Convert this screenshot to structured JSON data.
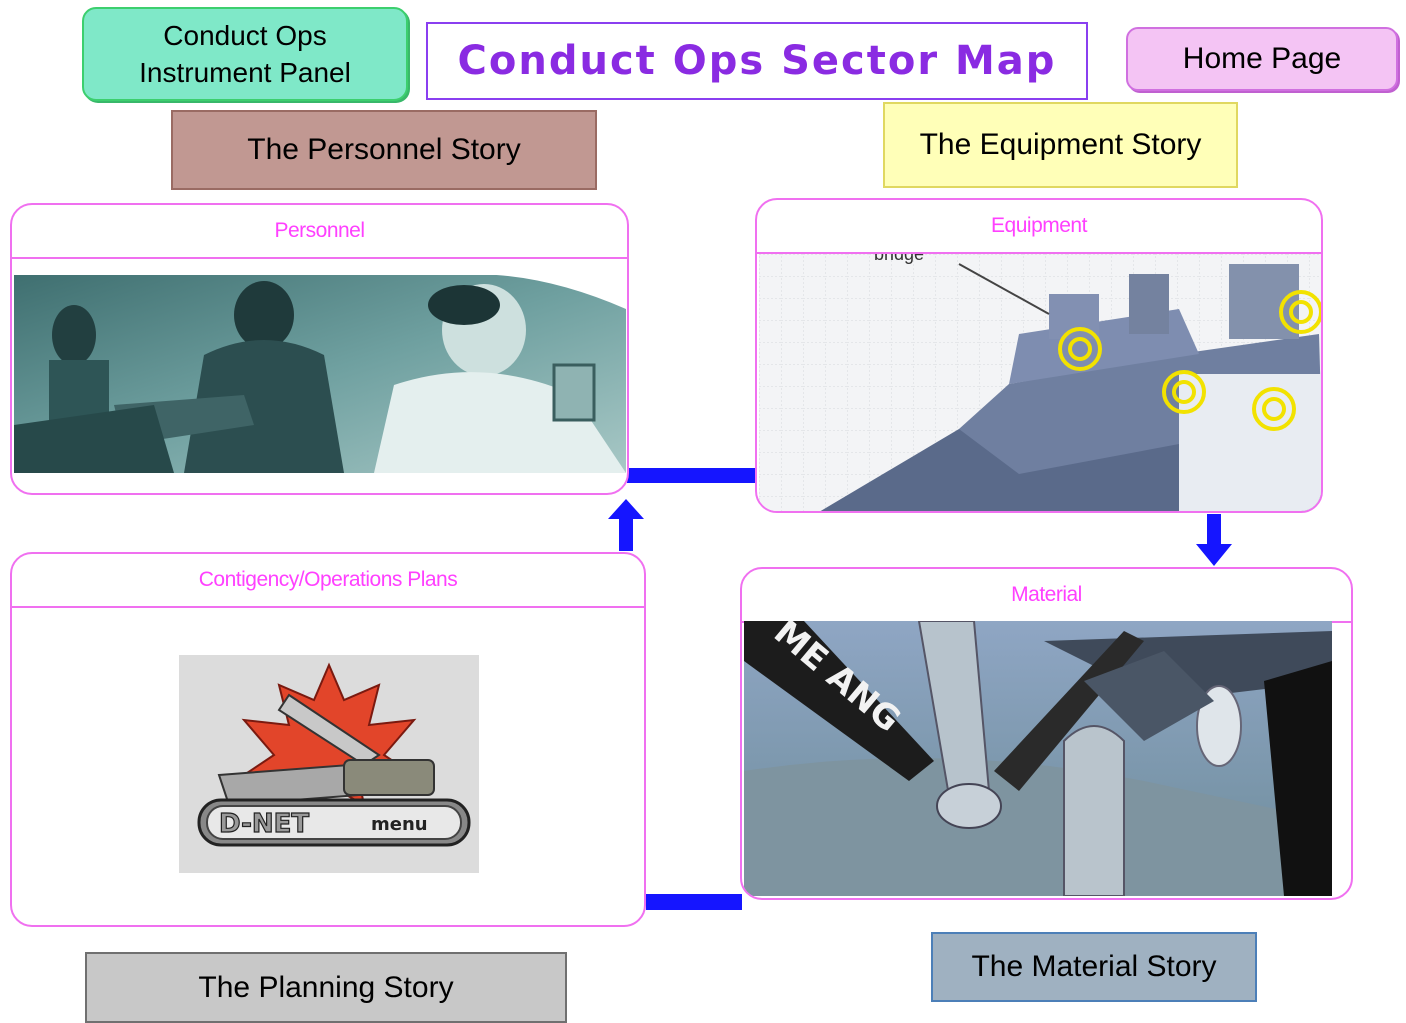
{
  "header": {
    "instrument_panel_label": "Conduct Ops\nInstrument Panel",
    "title": "Conduct Ops Sector Map",
    "home_label": "Home Page"
  },
  "stories": {
    "personnel": "The Personnel Story",
    "equipment": "The Equipment Story",
    "planning": "The Planning Story",
    "material": "The Material Story"
  },
  "panels": {
    "personnel": "Personnel",
    "equipment": "Equipment",
    "plans": "Contigency/Operations  Plans",
    "material": "Material"
  },
  "images": {
    "ship_label": "bridge",
    "menu_logo_text": "D-NET",
    "menu_logo_sub": "menu",
    "hose_text": "ME ANG"
  },
  "colors": {
    "title": "#8a2be2",
    "panel_border": "#f070f0",
    "panel_label": "#ff40ff",
    "connector": "#1515ff"
  }
}
